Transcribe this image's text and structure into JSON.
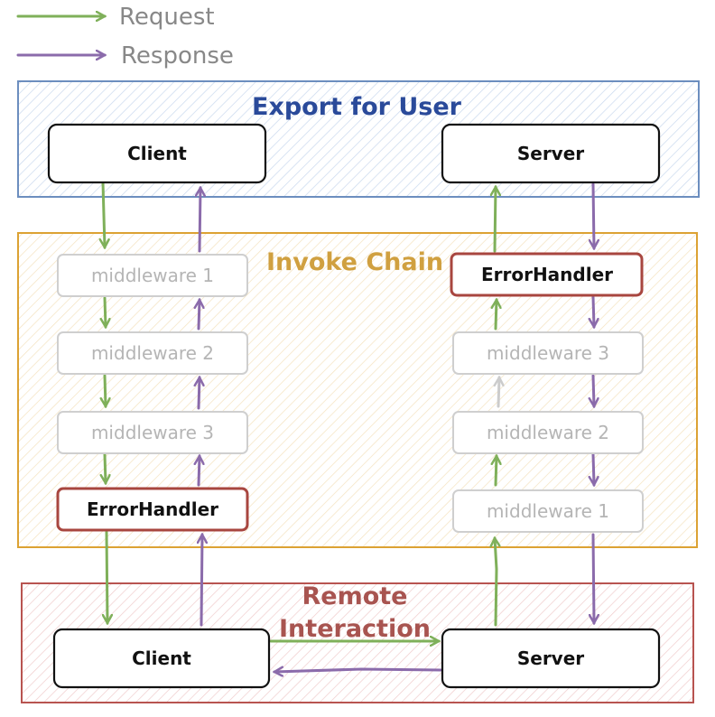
{
  "legend": {
    "request_label": "Request",
    "response_label": "Response"
  },
  "colors": {
    "request": "#7fb05a",
    "response": "#8b6bab",
    "inactive": "#cccccc",
    "export_border": "#6c8ebf",
    "export_title": "#2a4a9a",
    "invoke_border": "#dca233",
    "invoke_title": "#d0a040",
    "remote_border": "#b85450",
    "remote_title": "#a85450",
    "error_border": "#a8463f"
  },
  "export_section": {
    "title": "Export for User",
    "client_label": "Client",
    "server_label": "Server"
  },
  "invoke_section": {
    "title": "Invoke Chain",
    "left_chain": {
      "m1": "middleware 1",
      "m2": "middleware 2",
      "m3": "middleware 3",
      "error_handler": "ErrorHandler"
    },
    "right_chain": {
      "error_handler": "ErrorHandler",
      "m3": "middleware 3",
      "m2": "middleware 2",
      "m1": "middleware 1"
    }
  },
  "remote_section": {
    "title_line1": "Remote",
    "title_line2": "Interaction",
    "client_label": "Client",
    "server_label": "Server"
  }
}
